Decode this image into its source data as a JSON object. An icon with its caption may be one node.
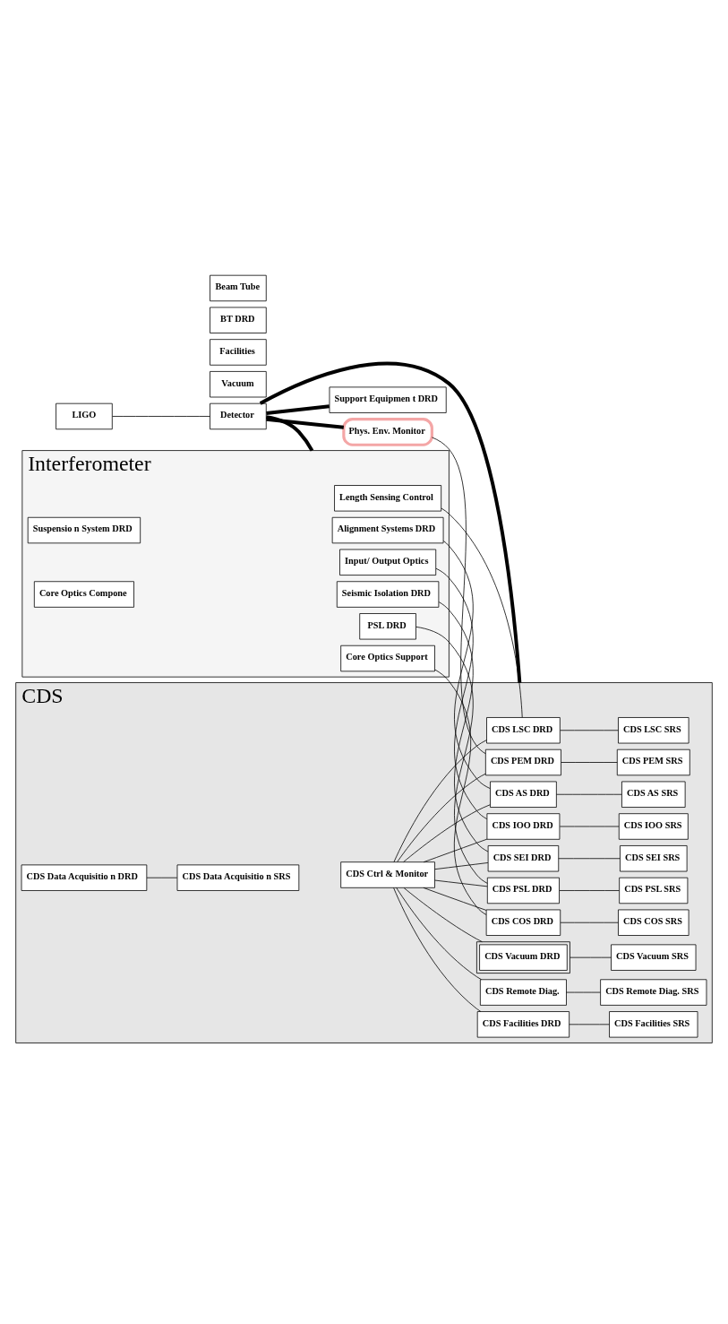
{
  "diagram": {
    "nodes": [
      {
        "text": [
          "LIGO"
        ]
      },
      {
        "text": [
          "Vacuum"
        ]
      },
      {
        "text": [
          "Facilities"
        ]
      },
      {
        "text": [
          "Detector"
        ]
      },
      {
        "text": [
          "BT DRD"
        ]
      },
      {
        "text": [
          "Beam Tube"
        ]
      },
      {
        "text": [
          "CDS"
        ]
      },
      {
        "text": [
          "CDS Data Acquisitio n DRD"
        ],
        "in": 6
      },
      {
        "text": [
          "CDS Data Acquisitio n SRS"
        ],
        "in": 6
      },
      {
        "text": [
          "CDS Ctrl & Monitor"
        ],
        "in": 6
      },
      {
        "text": [
          "CDS Remote Diag."
        ],
        "in": 6
      },
      {
        "text": [
          "CDS Remote Diag. SRS"
        ],
        "in": 6
      },
      {
        "text": [
          "CDS Vacuum DRD"
        ],
        "in": 6
      },
      {
        "text": [
          "CDS Vacuum SRS"
        ],
        "in": 6
      },
      {
        "text": [
          "CDS Facilities DRD"
        ],
        "in": 6
      },
      {
        "text": [
          "CDS Facilities SRS"
        ],
        "in": 6
      },
      {
        "text": [
          "CDS PEM DRD"
        ],
        "in": 6
      },
      {
        "text": [
          "CDS PEM SRS"
        ],
        "in": 6
      },
      {
        "text": [
          "CDS LSC DRD"
        ],
        "in": 6
      },
      {
        "text": [
          "CDS LSC SRS"
        ],
        "in": 6
      },
      {
        "text": [
          "CDS SEI DRD"
        ],
        "in": 6
      },
      {
        "text": [
          "CDS SEI SRS"
        ],
        "in": 6
      },
      {
        "text": [
          "CDS IOO DRD"
        ],
        "in": 6
      },
      {
        "text": [
          "CDS IOO SRS"
        ],
        "in": 6
      },
      {
        "text": [
          "CDS AS DRD"
        ],
        "in": 6
      },
      {
        "text": [
          "CDS AS SRS"
        ],
        "in": 6
      },
      {
        "text": [
          "CDS COS DRD"
        ],
        "in": 6
      },
      {
        "text": [
          "CDS COS SRS"
        ],
        "in": 6
      },
      {
        "text": [
          "CDS PSL DRD"
        ],
        "in": 6
      },
      {
        "text": [
          "CDS PSL SRS"
        ],
        "in": 6
      },
      {
        "text": [
          "Support Equipmen t DRD"
        ]
      },
      {
        "text": [
          "Phys. Env. Monitor"
        ]
      },
      {
        "text": [
          "Interferometer"
        ]
      },
      {
        "text": [
          "Length Sensing Control"
        ],
        "in": 32
      },
      {
        "text": [
          "Seismic Isolation DRD"
        ],
        "in": 32
      },
      {
        "text": [
          "Input/ Output Optics"
        ],
        "in": 32
      },
      {
        "text": [
          "Alignment Systems DRD"
        ],
        "in": 32
      },
      {
        "text": [
          "Core Optics Support"
        ],
        "in": 32
      },
      {
        "text": [
          "PSL DRD"
        ],
        "in": 32
      },
      {
        "text": [
          "Suspensio n System DRD"
        ],
        "in": 32
      },
      {
        "text": [
          "Core Optics Compone"
        ],
        "in": 32
      }
    ],
    "edges": [
      {
        "from": 0,
        "to": 3,
        "arrow": "none"
      },
      {
        "from": 3,
        "to": 6,
        "arrow": "none",
        "style": "thick"
      },
      {
        "from": 3,
        "to": 30,
        "arrow": "none",
        "style": "thick"
      },
      {
        "from": 3,
        "to": 31,
        "arrow": "none",
        "style": "thick"
      },
      {
        "from": 3,
        "to": 32,
        "arrow": "none",
        "style": "thick"
      },
      {
        "from": 7,
        "to": 8,
        "arrow": "none"
      },
      {
        "from": 9,
        "to": 10,
        "arrow": "none"
      },
      {
        "from": 9,
        "to": 12,
        "arrow": "none"
      },
      {
        "from": 9,
        "to": 14,
        "arrow": "none"
      },
      {
        "from": 9,
        "to": 16,
        "arrow": "none"
      },
      {
        "from": 9,
        "to": 18,
        "arrow": "none"
      },
      {
        "from": 9,
        "to": 20,
        "arrow": "none"
      },
      {
        "from": 9,
        "to": 22,
        "arrow": "none"
      },
      {
        "from": 9,
        "to": 24,
        "arrow": "none"
      },
      {
        "from": 9,
        "to": 26,
        "arrow": "none"
      },
      {
        "from": 9,
        "to": 28,
        "arrow": "none"
      },
      {
        "from": 31,
        "to": 16,
        "arrow": "none"
      },
      {
        "from": 33,
        "to": 18,
        "arrow": "none"
      },
      {
        "from": 34,
        "to": 20,
        "arrow": "none"
      },
      {
        "from": 35,
        "to": 22,
        "arrow": "none"
      },
      {
        "from": 36,
        "to": 24,
        "arrow": "none"
      },
      {
        "from": 37,
        "to": 26,
        "arrow": "none"
      },
      {
        "from": 38,
        "to": 28,
        "arrow": "none"
      },
      {
        "from": 10,
        "to": 11,
        "arrow": "none"
      },
      {
        "from": 12,
        "to": 13,
        "arrow": "none"
      },
      {
        "from": 14,
        "to": 15,
        "arrow": "none"
      },
      {
        "from": 16,
        "to": 17,
        "arrow": "none"
      },
      {
        "from": 18,
        "to": 19,
        "arrow": "none"
      },
      {
        "from": 20,
        "to": 21,
        "arrow": "none"
      },
      {
        "from": 22,
        "to": 23,
        "arrow": "none"
      },
      {
        "from": 24,
        "to": 25,
        "arrow": "none"
      },
      {
        "from": 26,
        "to": 27,
        "arrow": "none"
      },
      {
        "from": 28,
        "to": 29,
        "arrow": "none"
      }
    ]
  }
}
